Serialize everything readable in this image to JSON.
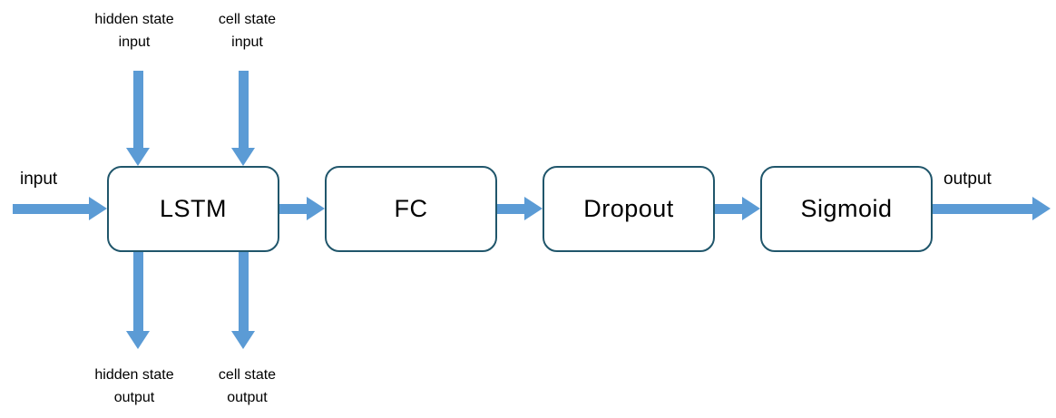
{
  "colors": {
    "arrow": "#5B9BD5",
    "box_border": "#20566B",
    "box_fill": "#FFFFFF",
    "text": "#000000"
  },
  "nodes": [
    {
      "id": "lstm",
      "label": "LSTM"
    },
    {
      "id": "fc",
      "label": "FC"
    },
    {
      "id": "dropout",
      "label": "Dropout"
    },
    {
      "id": "sigmoid",
      "label": "Sigmoid"
    }
  ],
  "labels": {
    "input": "input",
    "output": "output",
    "hidden_state_input": "hidden state\ninput",
    "cell_state_input": "cell state\ninput",
    "hidden_state_output": "hidden state\noutput",
    "cell_state_output": "cell state\noutput"
  },
  "arrows": [
    {
      "id": "input-arrow",
      "direction": "right"
    },
    {
      "id": "lstm-to-fc-arrow",
      "direction": "right"
    },
    {
      "id": "fc-to-dropout-arrow",
      "direction": "right"
    },
    {
      "id": "dropout-to-sigmoid-arrow",
      "direction": "right"
    },
    {
      "id": "sigmoid-to-output-arrow",
      "direction": "right"
    },
    {
      "id": "hidden-state-input-arrow",
      "direction": "down"
    },
    {
      "id": "cell-state-input-arrow",
      "direction": "down"
    },
    {
      "id": "hidden-state-output-arrow",
      "direction": "down"
    },
    {
      "id": "cell-state-output-arrow",
      "direction": "down"
    }
  ]
}
